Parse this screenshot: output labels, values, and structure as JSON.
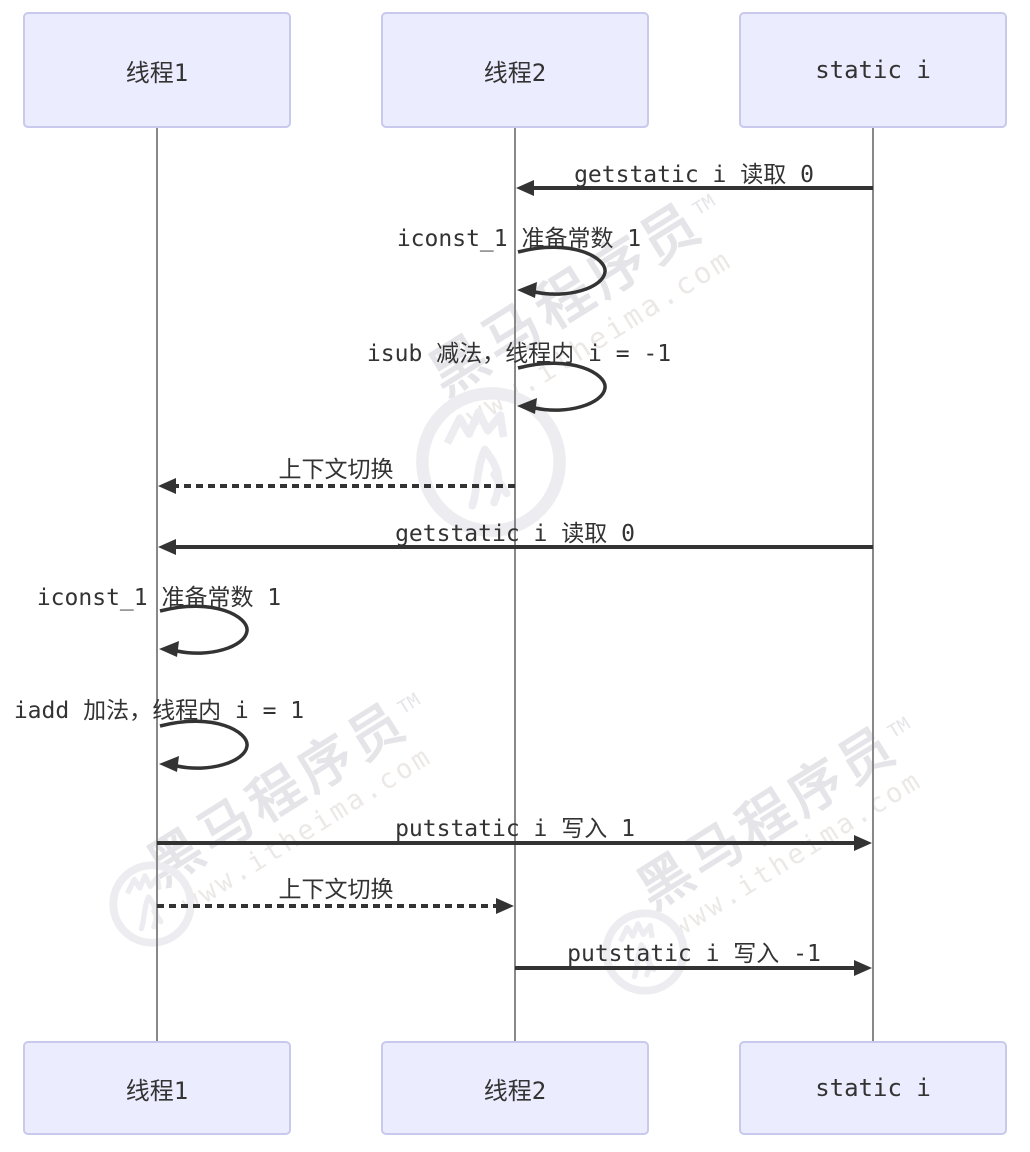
{
  "diagram": {
    "type": "sequence-diagram",
    "actors": [
      {
        "id": "thread1",
        "label": "线程1"
      },
      {
        "id": "thread2",
        "label": "线程2"
      },
      {
        "id": "static_i",
        "label": "static i"
      }
    ],
    "messages": [
      {
        "label": "getstatic i 读取 0",
        "from": "static_i",
        "to": "thread2",
        "style": "solid"
      },
      {
        "label": "iconst_1 准备常数 1",
        "from": "thread2",
        "to": "thread2",
        "style": "self"
      },
      {
        "label": "isub 减法，线程内 i = -1",
        "from": "thread2",
        "to": "thread2",
        "style": "self"
      },
      {
        "label": "上下文切换",
        "from": "thread2",
        "to": "thread1",
        "style": "dashed"
      },
      {
        "label": "getstatic i 读取 0",
        "from": "static_i",
        "to": "thread1",
        "style": "solid"
      },
      {
        "label": "iconst_1 准备常数 1",
        "from": "thread1",
        "to": "thread1",
        "style": "self"
      },
      {
        "label": "iadd 加法，线程内 i = 1",
        "from": "thread1",
        "to": "thread1",
        "style": "self"
      },
      {
        "label": "putstatic i 写入 1",
        "from": "thread1",
        "to": "static_i",
        "style": "solid"
      },
      {
        "label": "上下文切换",
        "from": "thread1",
        "to": "thread2",
        "style": "dashed"
      },
      {
        "label": "putstatic i 写入 -1",
        "from": "thread2",
        "to": "static_i",
        "style": "solid"
      }
    ],
    "colors": {
      "actor_fill": "#ECECFF",
      "actor_border": "#c9c9ed",
      "line": "#333333",
      "lifeline": "#888888",
      "text": "#333333"
    }
  },
  "watermark": {
    "brand": "黑马程序员",
    "tm": "TM",
    "url": "www.itheima.com"
  }
}
